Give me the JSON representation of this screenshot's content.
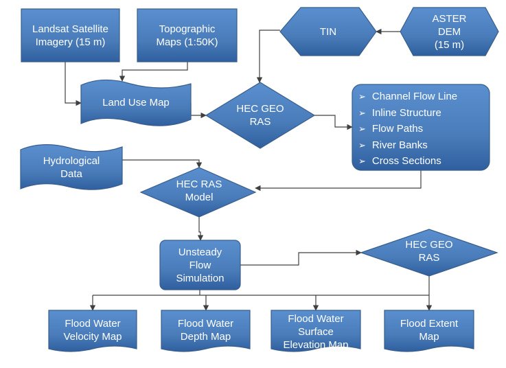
{
  "colors": {
    "fill": "#4f81bd",
    "fill_dark": "#2f5b8f",
    "stroke": "#385d8a",
    "connector": "#404040"
  },
  "nodes": {
    "landsat": "Landsat Satellite\nImagery (15 m)",
    "topo": "Topographic\nMaps (1:50K)",
    "tin": "TIN",
    "aster": "ASTER\nDEM\n(15 m)",
    "land_use": "Land Use Map",
    "hec_geo_1": "HEC GEO\nRAS",
    "hydro": "Hydrological\nData",
    "hec_ras": "HEC RAS\nModel",
    "unsteady": "Unsteady\nFlow\nSimulation",
    "hec_geo_2": "HEC GEO\nRAS",
    "velocity": "Flood Water\nVelocity Map",
    "depth": "Flood Water\nDepth Map",
    "surface": "Flood Water\nSurface\nElevation Map",
    "extent": "Flood Extent\nMap"
  },
  "features": [
    "Channel Flow Line",
    "Inline Structure",
    "Flow Paths",
    "River Banks",
    "Cross Sections"
  ]
}
